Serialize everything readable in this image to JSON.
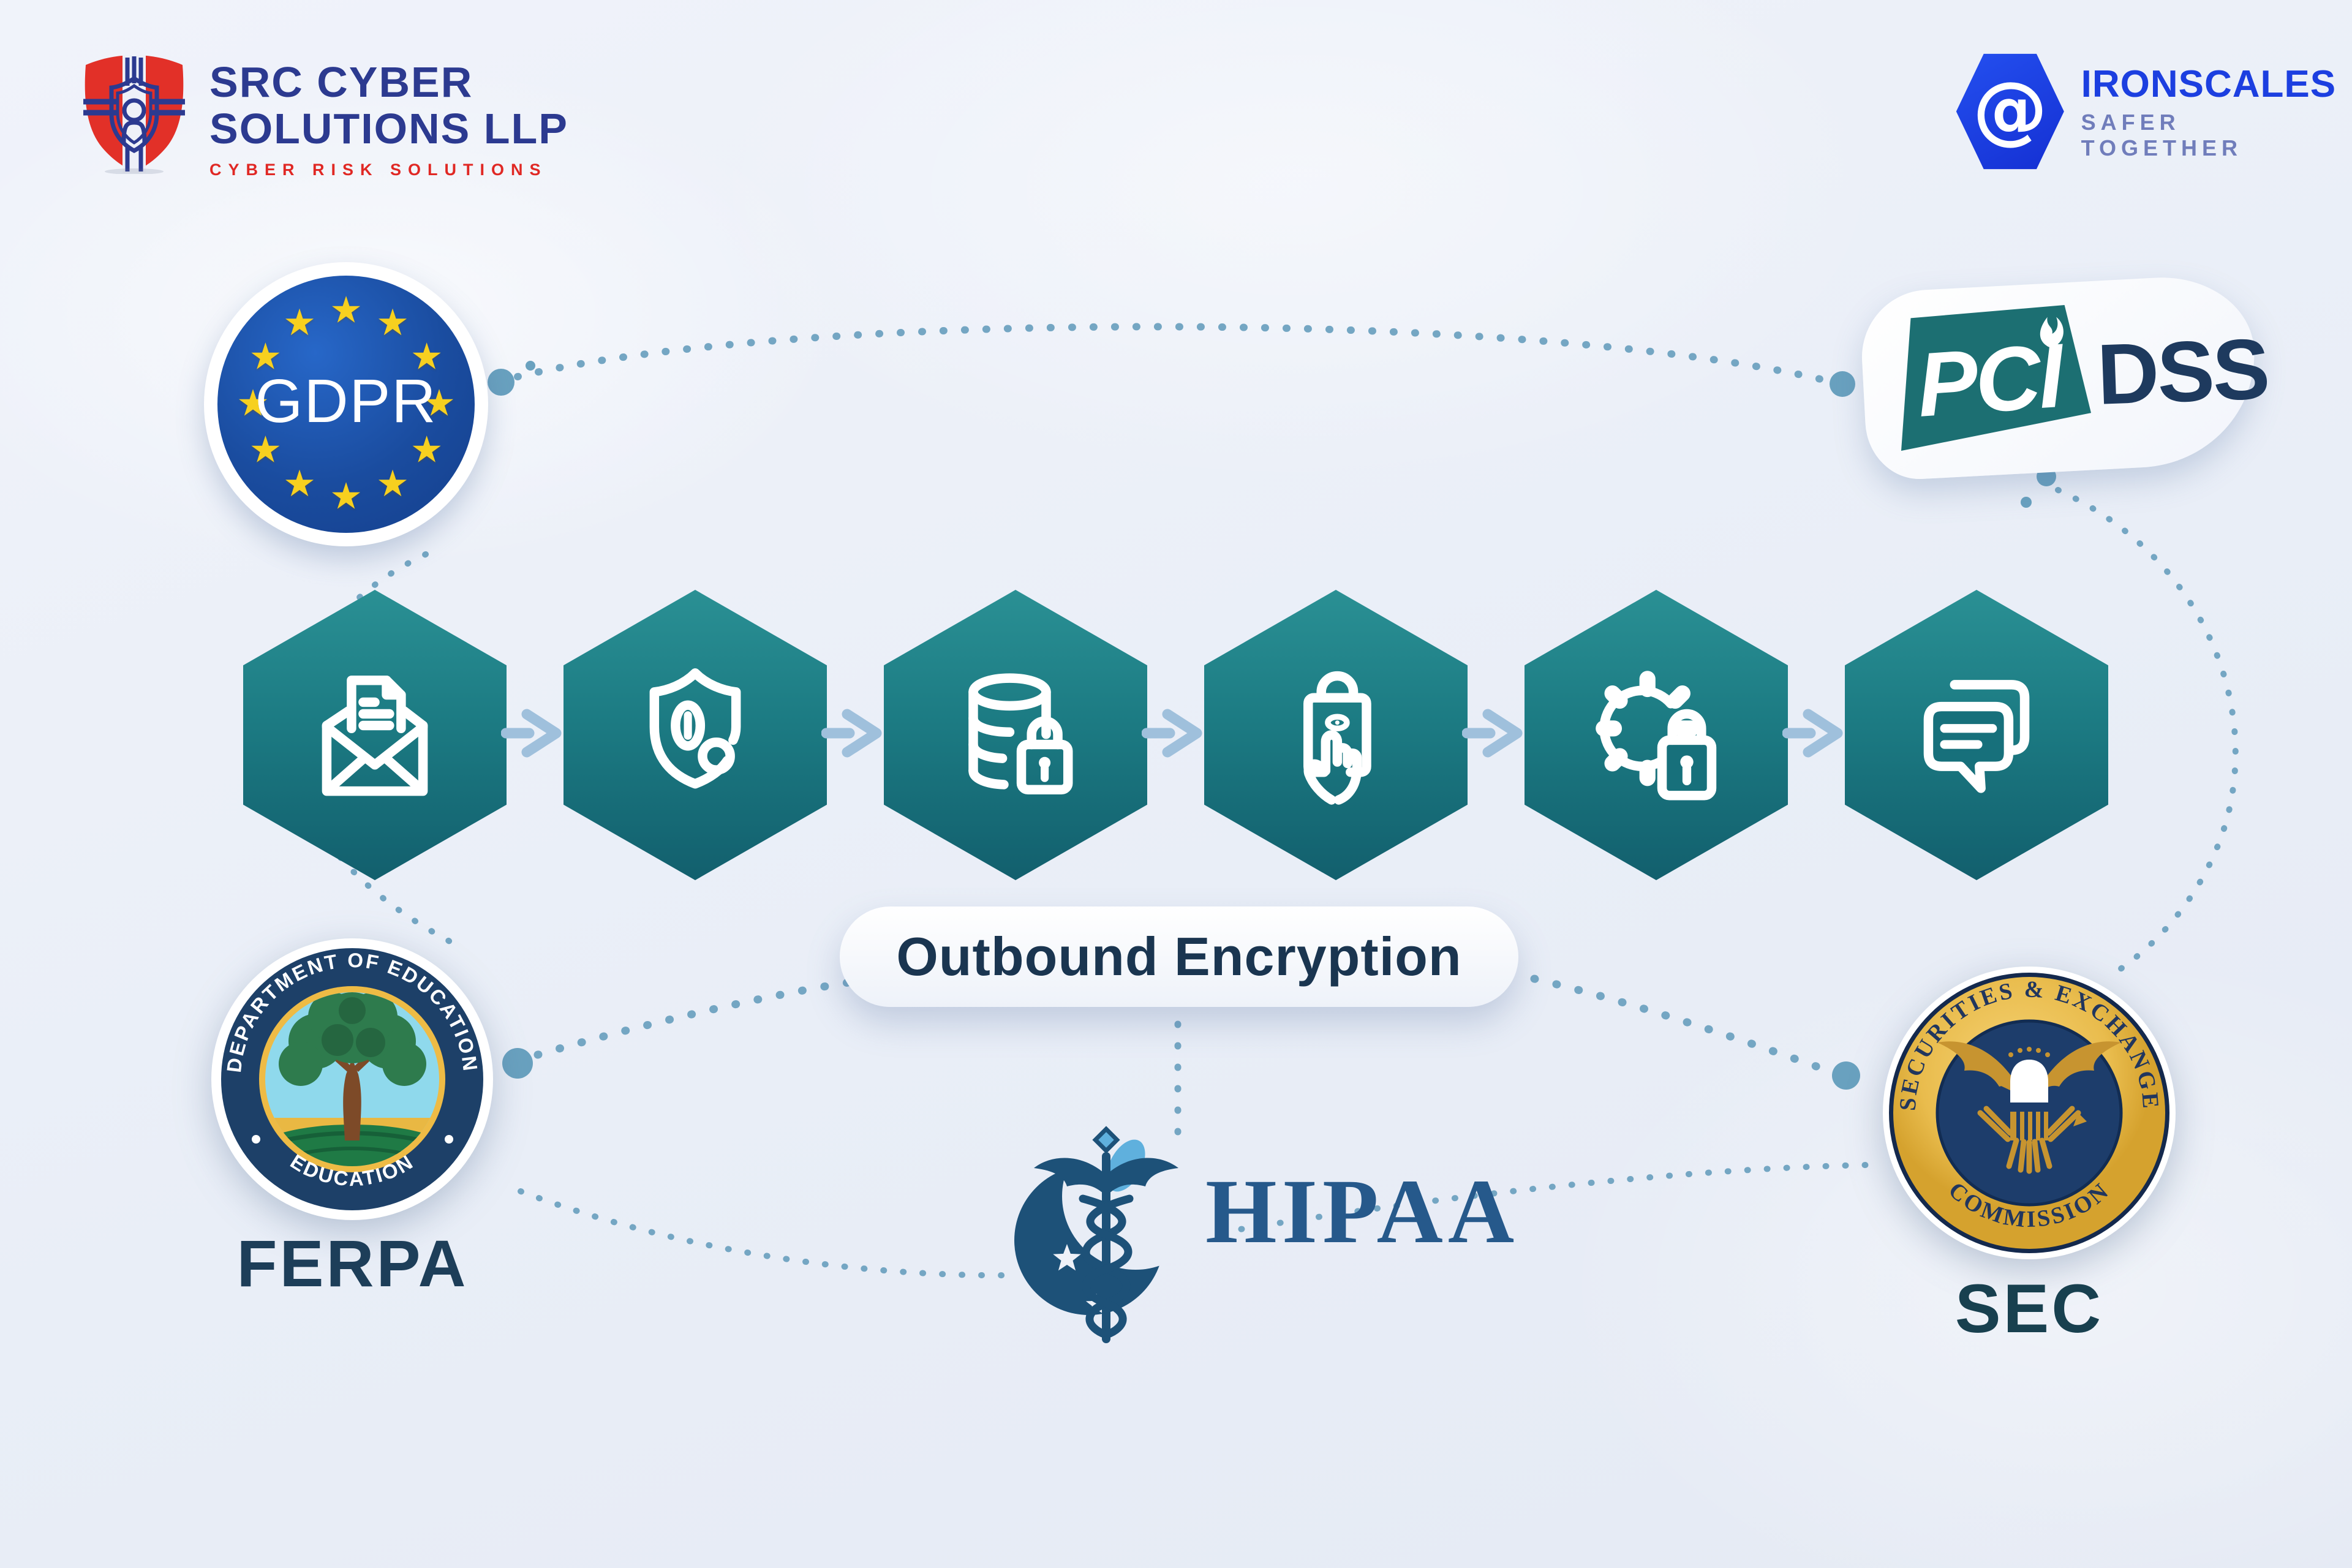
{
  "header": {
    "src_logo": {
      "line1": "SRC CYBER",
      "line2": "SOLUTIONS LLP",
      "tagline": "CYBER RISK SOLUTIONS"
    },
    "ironscales_logo": {
      "icon_glyph": "@",
      "name": "IRONSCALES",
      "tagline": "SAFER TOGETHER"
    }
  },
  "process": {
    "label": "Outbound Encryption",
    "steps": [
      {
        "icon": "email-document"
      },
      {
        "icon": "shield-alert"
      },
      {
        "icon": "database-lock"
      },
      {
        "icon": "touch-authentication"
      },
      {
        "icon": "gear-lock"
      },
      {
        "icon": "secure-chat"
      }
    ],
    "arrow_icon": "arrow-right"
  },
  "compliance": {
    "gdpr": {
      "label": "GDPR",
      "star_count": 12
    },
    "pci_dss": {
      "label_primary": "PCI",
      "label_secondary": "DSS"
    },
    "ferpa": {
      "label": "FERPA",
      "seal_text_top": "DEPARTMENT OF EDUCATION",
      "seal_text_bottom": "EDUCATION"
    },
    "hipaa": {
      "label": "HIPAA"
    },
    "sec": {
      "label": "SEC",
      "seal_text_top": "SECURITIES & EXCHANGE",
      "seal_text_bottom": "COMMISSION"
    }
  },
  "colors": {
    "background": "#ebeff7",
    "hexagon_teal_light": "#2a9094",
    "hexagon_teal_dark": "#125f6d",
    "arrow_blue": "#9fc0dc",
    "connector_dot_blue": "#74a6c3",
    "pill_text_navy": "#1a3550",
    "brand_navy": "#2c3a90",
    "brand_red": "#e02824",
    "ironscales_blue": "#1c3fe0",
    "gdpr_blue": "#1a4c9f",
    "star_yellow": "#f7d01f",
    "pci_teal": "#1c6f72",
    "dss_navy": "#1e3a5e",
    "seal_gold": "#e9bc4d",
    "seal_navy": "#1c3a66",
    "hipaa_blue": "#1d5178",
    "label_dark": "#1d3e59"
  }
}
